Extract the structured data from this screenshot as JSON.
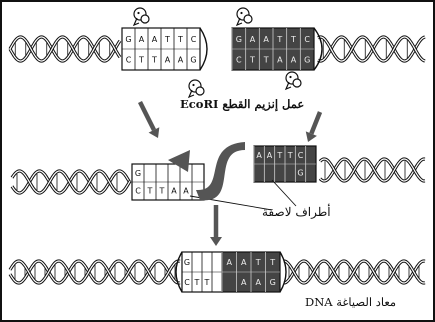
{
  "captions": {
    "enzyme_action": "عمل إنزيم القطع EcoRI",
    "sticky_ends": "أطراف لاصقة",
    "recombinant": "DNA معاد الصياغة"
  },
  "site_bases": {
    "top_strand": [
      "G",
      "A",
      "A",
      "T",
      "T",
      "C"
    ],
    "bottom_strand": [
      "C",
      "T",
      "T",
      "A",
      "A",
      "G"
    ]
  },
  "colors": {
    "ink": "#111111",
    "dark_block": "#444444",
    "arrow": "#555555",
    "background": "#ffffff"
  }
}
